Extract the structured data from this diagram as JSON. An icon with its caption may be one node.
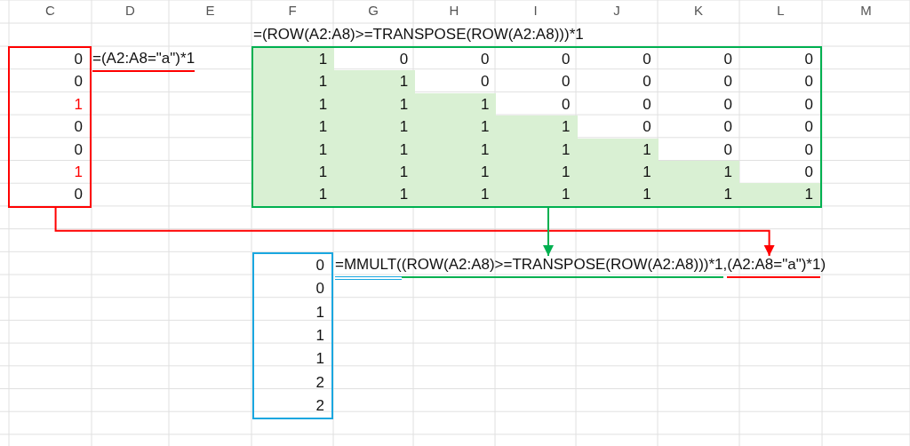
{
  "diagram": {
    "nodes": [
      {
        "text": [
          "0",
          "0",
          "1",
          "0",
          "0",
          "1",
          "0"
        ]
      },
      {
        "text": [
          "1",
          "0",
          "0",
          "0",
          "0",
          "0",
          "0",
          "1",
          "1",
          "0",
          "0",
          "0",
          "0",
          "0",
          "1",
          "1",
          "1",
          "0",
          "0",
          "0",
          "0",
          "1",
          "1",
          "1",
          "1",
          "0",
          "0",
          "0",
          "1",
          "1",
          "1",
          "1",
          "1",
          "0",
          "0",
          "1",
          "1",
          "1",
          "1",
          "1",
          "1",
          "0",
          "1",
          "1",
          "1",
          "1",
          "1",
          "1",
          "1"
        ]
      },
      {
        "text": [
          "0",
          "0",
          "1",
          "1",
          "1",
          "2",
          "2"
        ]
      },
      {
        "text": [
          "=MMULT("
        ]
      },
      {
        "text": [
          "(ROW(A2:A8)>=TRANSPOSE(ROW(A2:A8)))*1"
        ]
      },
      {
        "text": [
          "(A2:A8=\"a\")*1"
        ]
      }
    ],
    "edges": [
      {
        "from": 0,
        "to": 5,
        "arrow": "to",
        "color": "#ff0000"
      },
      {
        "from": 1,
        "to": 4,
        "arrow": "to",
        "color": "#00b050"
      }
    ],
    "labels": [
      "C",
      "D",
      "E",
      "F",
      "G",
      "H",
      "I",
      "J",
      "K",
      "L",
      "M",
      "=(ROW(A2:A8)>=TRANSPOSE(ROW(A2:A8)))*1",
      "=(A2:A8=\"a\")*1",
      ",",
      ")"
    ]
  }
}
